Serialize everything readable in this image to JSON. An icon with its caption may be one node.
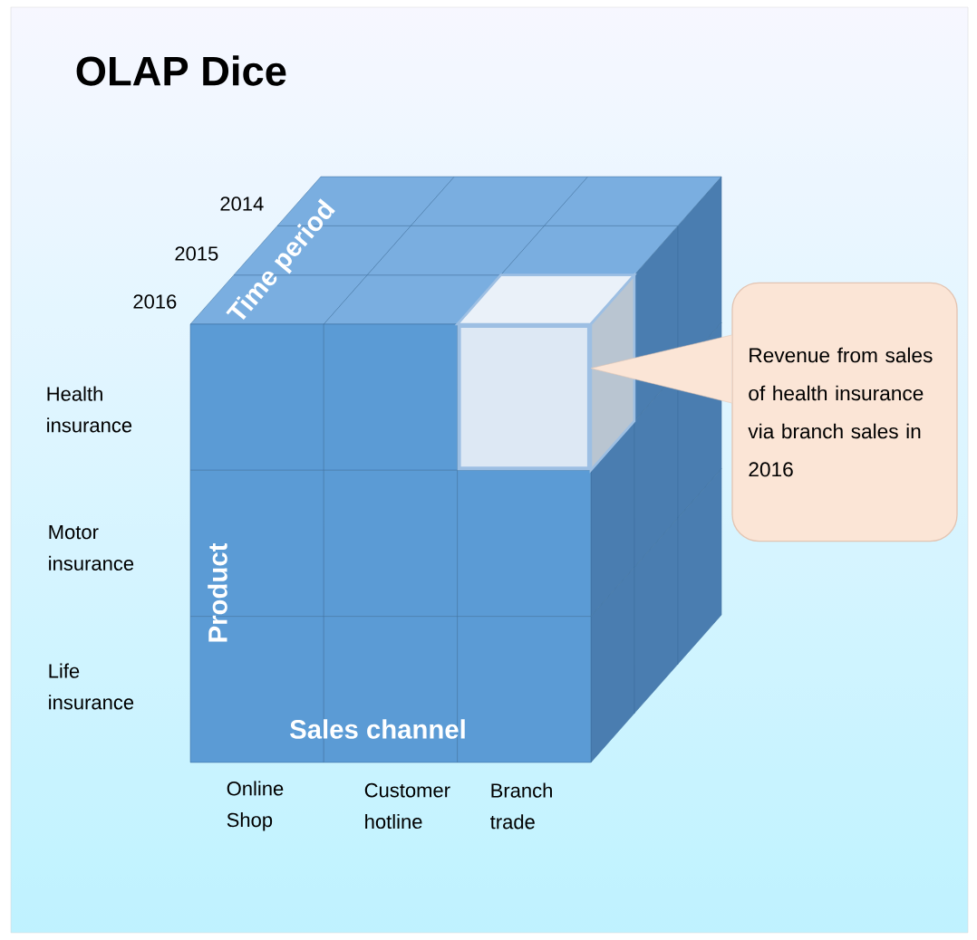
{
  "diagram": {
    "title": "OLAP Dice",
    "nodes": [
      {
        "text": [],
        "shape": "box"
      },
      {
        "text": [
          "Revenue from sales of health insurance via branch sales in 2016"
        ]
      }
    ],
    "edges": [
      {
        "from": 1,
        "to": 0,
        "arrow": "none"
      }
    ],
    "labels": [
      "2014",
      "2015",
      "2016",
      "Time period",
      "Health insurance",
      "Motor insurance",
      "Product",
      "Life insurance",
      "Sales channel",
      "Online Shop",
      "Customer hotline",
      "Branch trade"
    ]
  }
}
